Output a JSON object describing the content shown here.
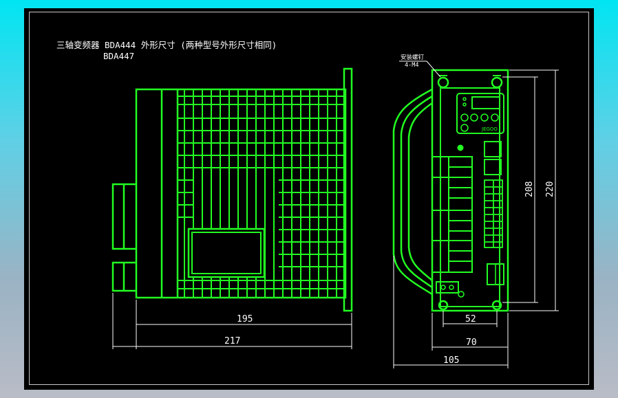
{
  "title": {
    "line1": "三轴变频器 BDA444 外形尺寸 (两种型号外形尺寸相同)",
    "line2": "BDA447"
  },
  "callout": {
    "line1": "安装螺钉",
    "line2": "4-M4"
  },
  "dimensions": {
    "side_depth_inner": "195",
    "side_depth_total": "217",
    "front_hole_pitch_h": "52",
    "front_body_w": "70",
    "front_total_w": "105",
    "front_hole_pitch_v": "208",
    "front_total_h": "220"
  },
  "panel": {
    "brand": "JEGOO"
  },
  "colors": {
    "drawing": "#22ff22",
    "dimension": "#ffffff",
    "canvas": "#000000"
  }
}
